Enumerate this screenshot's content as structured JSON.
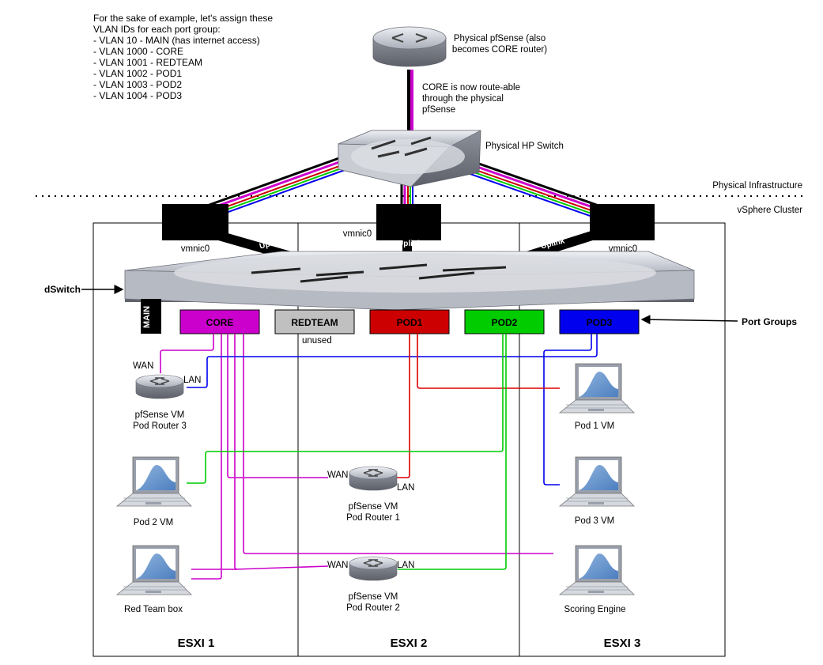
{
  "notes": {
    "lines": [
      "For the sake of example, let's assign these",
      "VLAN IDs for each port group:",
      "- VLAN 10 - MAIN (has internet access)",
      "- VLAN 1000 - CORE",
      "- VLAN 1001 - REDTEAM",
      "- VLAN 1002 - POD1",
      "- VLAN 1003 - POD2",
      "- VLAN 1004 - POD3"
    ]
  },
  "physical_pfsense": {
    "line1": "Physical pfSense (also",
    "line2": "becomes CORE router)"
  },
  "core_note": {
    "line1": "CORE is now route-able",
    "line2": "through the physical",
    "line3": "pfSense"
  },
  "hp_switch_label": "Physical HP Switch",
  "physical_infra_label": "Physical Infrastructure",
  "vsphere_label": "vSphere Cluster",
  "vmnic": {
    "left": "vmnic0",
    "center": "vmnic0",
    "right": "vmnic0"
  },
  "uplink_label": "Uplink",
  "dswitch_label": "dSwitch",
  "port_groups_label": "Port Groups",
  "port_groups": {
    "main": "MAIN",
    "core": "CORE",
    "redteam": "REDTEAM",
    "pod1": "POD1",
    "pod2": "POD2",
    "pod3": "POD3"
  },
  "unused_label": "unused",
  "wan_label": "WAN",
  "lan_label": "LAN",
  "router3": {
    "line1": "pfSense VM",
    "line2": "Pod Router 3"
  },
  "router1": {
    "line1": "pfSense VM",
    "line2": "Pod Router 1"
  },
  "router2": {
    "line1": "pfSense VM",
    "line2": "Pod Router 2"
  },
  "pod1_vm": "Pod 1 VM",
  "pod2_vm": "Pod 2 VM",
  "pod3_vm": "Pod 3 VM",
  "red_team_box": "Red Team box",
  "scoring_engine": "Scoring Engine",
  "hosts": {
    "esxi1": "ESXI 1",
    "esxi2": "ESXI 2",
    "esxi3": "ESXI 3"
  },
  "colors": {
    "core": "#cc00cc",
    "redteam": "#c0c0c0",
    "pod1": "#cc0000",
    "pod2": "#00cc00",
    "pod3": "#0000ee",
    "main": "#000000",
    "core_line": "#cc00cc",
    "pod1_line": "#dd0000",
    "pod2_line": "#00cc00",
    "pod3_line": "#0000ee"
  }
}
